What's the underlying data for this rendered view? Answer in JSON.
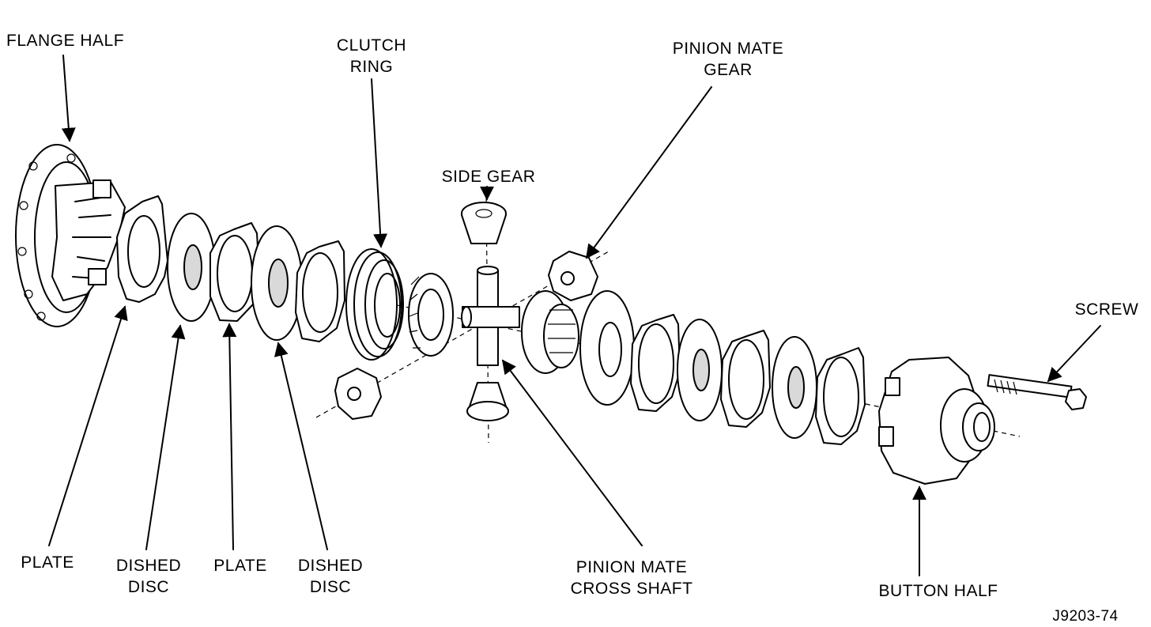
{
  "labels": {
    "flange_half": "FLANGE HALF",
    "clutch_ring": [
      "CLUTCH",
      "RING"
    ],
    "pinion_mate_gear": [
      "PINION MATE",
      "GEAR"
    ],
    "side_gear": "SIDE GEAR",
    "screw": "SCREW",
    "plate_1": "PLATE",
    "dished_disc_1": [
      "DISHED",
      "DISC"
    ],
    "plate_2": "PLATE",
    "dished_disc_2": [
      "DISHED",
      "DISC"
    ],
    "pinion_mate_cross_shaft": [
      "PINION MATE",
      "CROSS SHAFT"
    ],
    "button_half": "BUTTON HALF",
    "figure_id": "J9203-74"
  }
}
